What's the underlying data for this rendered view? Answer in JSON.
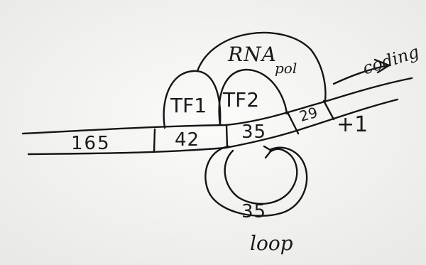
{
  "colors": {
    "paper": "#f7f7f5",
    "ink": "#141414"
  },
  "labels": {
    "rna_pol_main": "RNA",
    "rna_pol_sub": "pol",
    "coding": "coding",
    "tf1": "TF1",
    "tf2": "TF2",
    "seg_165": "165",
    "seg_42": "42",
    "seg_35": "35",
    "seg_29": "29",
    "plus_one": "+1",
    "loop_35": "35",
    "loop": "loop"
  }
}
